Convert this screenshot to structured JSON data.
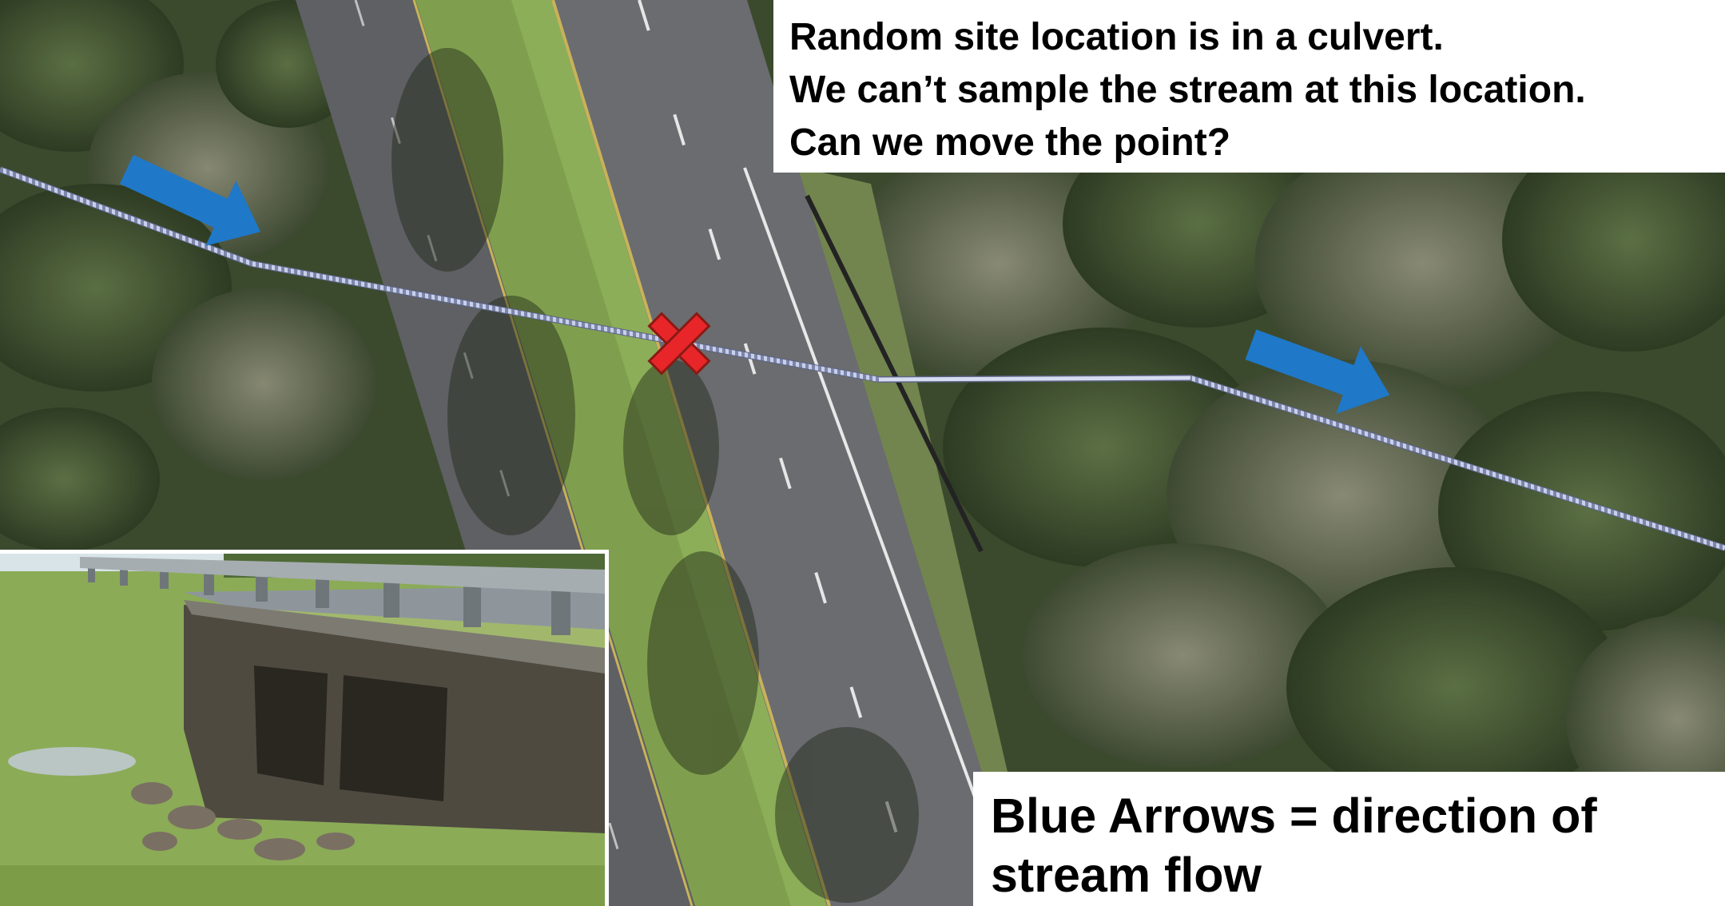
{
  "annotation": {
    "question_lines": [
      "Random site location is in a culvert.",
      "We can’t sample the stream at this location.",
      "Can we move the point?"
    ],
    "legend_lines": [
      "Blue Arrows = direction of",
      "stream flow"
    ]
  },
  "colors": {
    "flow_arrow": "#1f78c8",
    "site_marker": "#e8262a",
    "stream_line": "#b9c3e2",
    "road_asphalt": "#5e6063",
    "median_grass": "#8cae58",
    "tree_canopy": "#3a4b2c",
    "callout_background": "#ffffff"
  },
  "icons": {
    "flow_arrows": [
      "arrow-right-down-icon",
      "arrow-right-down-icon"
    ],
    "site_marker": "x-mark-icon"
  }
}
